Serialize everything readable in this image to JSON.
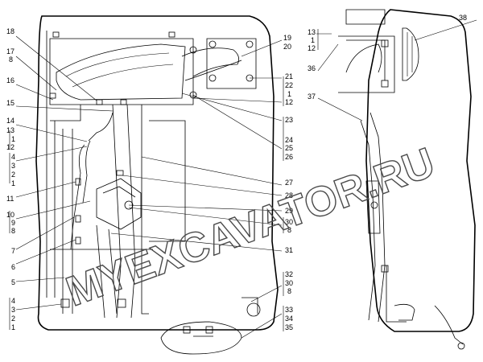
{
  "watermark": "MYEXCAVATOR.RU",
  "callouts": {
    "c18": "18",
    "c17": "17",
    "c8a": "8",
    "c16": "16",
    "c15": "15",
    "c14": "14",
    "c13": "13",
    "c1a": "1",
    "c12a": "12",
    "c4a": "4",
    "c3a": "3",
    "c2a": "2",
    "c1b": "1",
    "c11": "11",
    "c10": "10",
    "c9": "9",
    "c8b": "8",
    "c7": "7",
    "c6": "6",
    "c5": "5",
    "c4b": "4",
    "c3b": "3",
    "c2b": "2",
    "c1c": "1",
    "c19": "19",
    "c20": "20",
    "c21": "21",
    "c22": "22",
    "c1d": "1",
    "c12b": "12",
    "c23": "23",
    "c24": "24",
    "c25": "25",
    "c26": "26",
    "c27": "27",
    "c28": "28",
    "c29": "29",
    "c30a": "30",
    "c8c": "8",
    "c31": "31",
    "c32": "32",
    "c30b": "30",
    "c8d": "8",
    "c33": "33",
    "c34": "34",
    "c35": "35",
    "c13b": "13",
    "c1e": "1",
    "c12c": "12",
    "c36": "36",
    "c37": "37",
    "c38": "38"
  }
}
